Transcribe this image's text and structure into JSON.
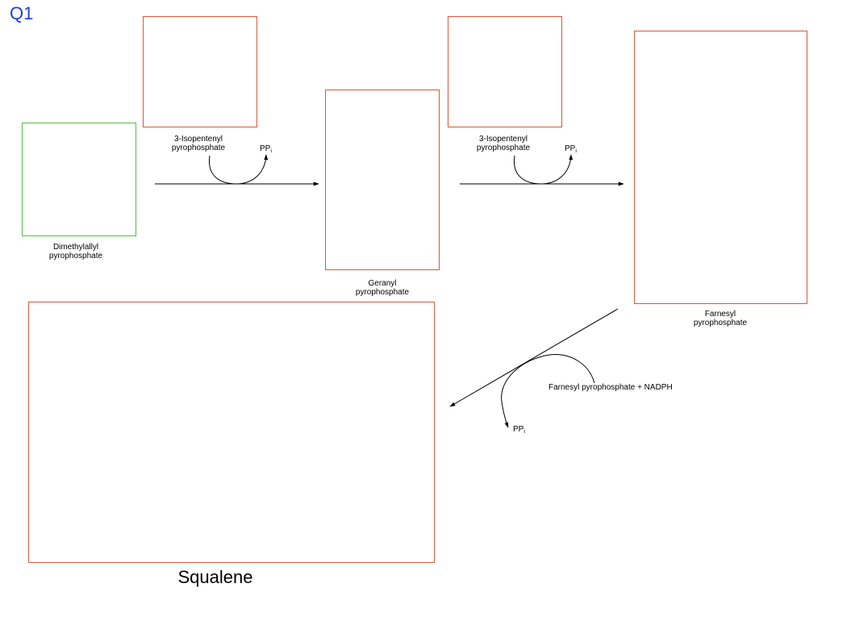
{
  "question_label": "Q1",
  "compounds": {
    "dimethylallyl": "Dimethylallyl\npyrophosphate",
    "isopentenyl_1": "3-Isopentenyl\npyrophosphate",
    "isopentenyl_2": "3-Isopentenyl\npyrophosphate",
    "geranyl": "Geranyl\npyrophosphate",
    "farnesyl": "Farnesyl\npyrophosphate",
    "squalene": "Squalene"
  },
  "byproducts": {
    "pp_1": {
      "base": "PP",
      "sub": "i"
    },
    "pp_2": {
      "base": "PP",
      "sub": "i"
    },
    "pp_3": {
      "base": "PP",
      "sub": "i"
    }
  },
  "reagent": "Farnesyl pyrophosphate + NADPH",
  "colors": {
    "box_border": "#d9583b",
    "start_box_border": "#49c43d",
    "question_label": "#1f3fe0",
    "arrows": "#000000"
  }
}
